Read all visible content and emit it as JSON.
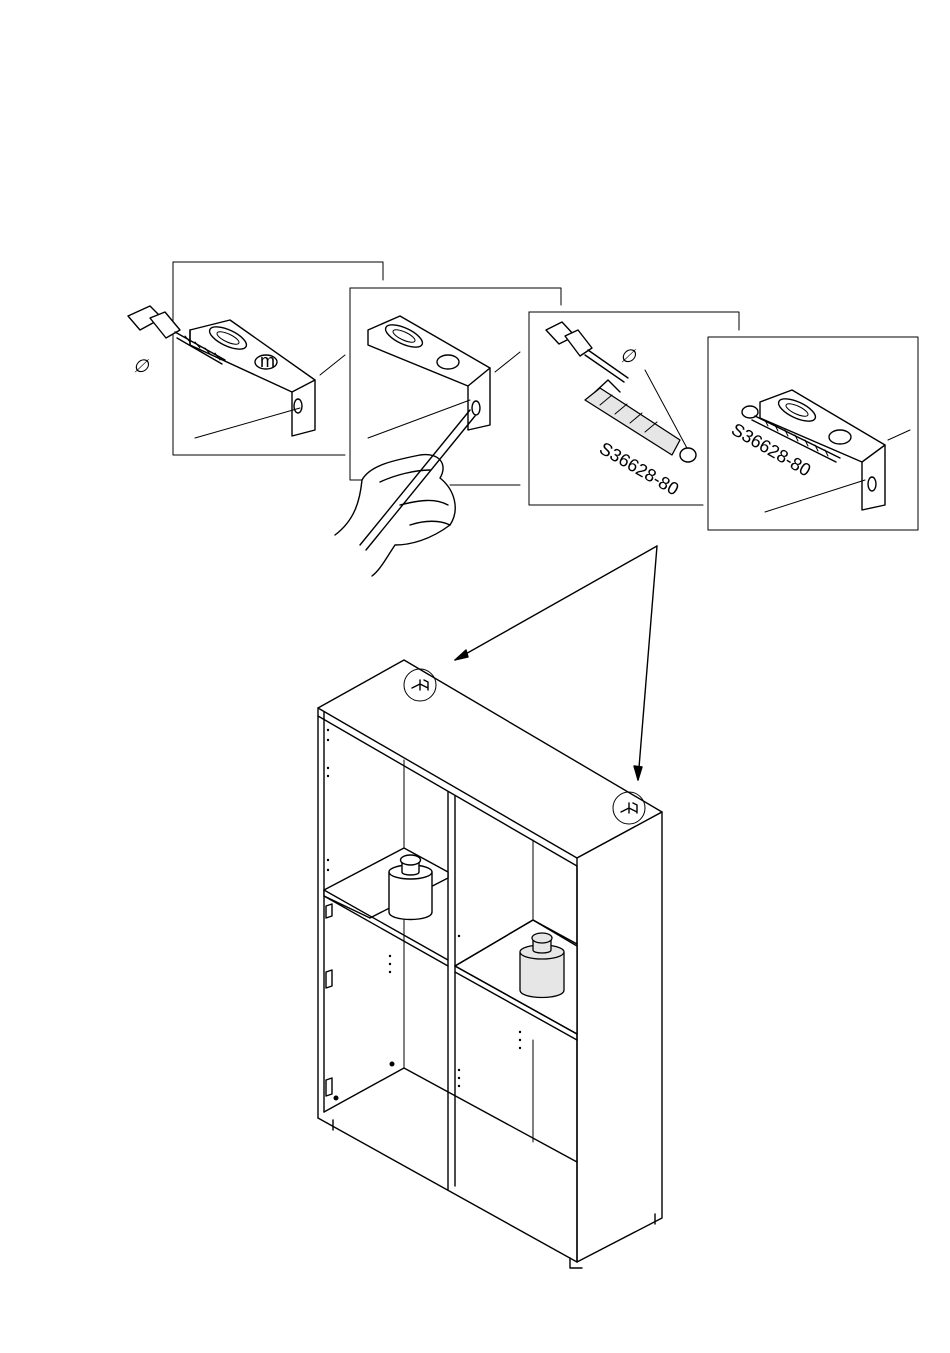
{
  "diagram": {
    "part_code_label_1": "S36628-80",
    "part_code_label_2": "S36628-80",
    "drill_symbol": "∅",
    "bracket_mark": "m"
  }
}
